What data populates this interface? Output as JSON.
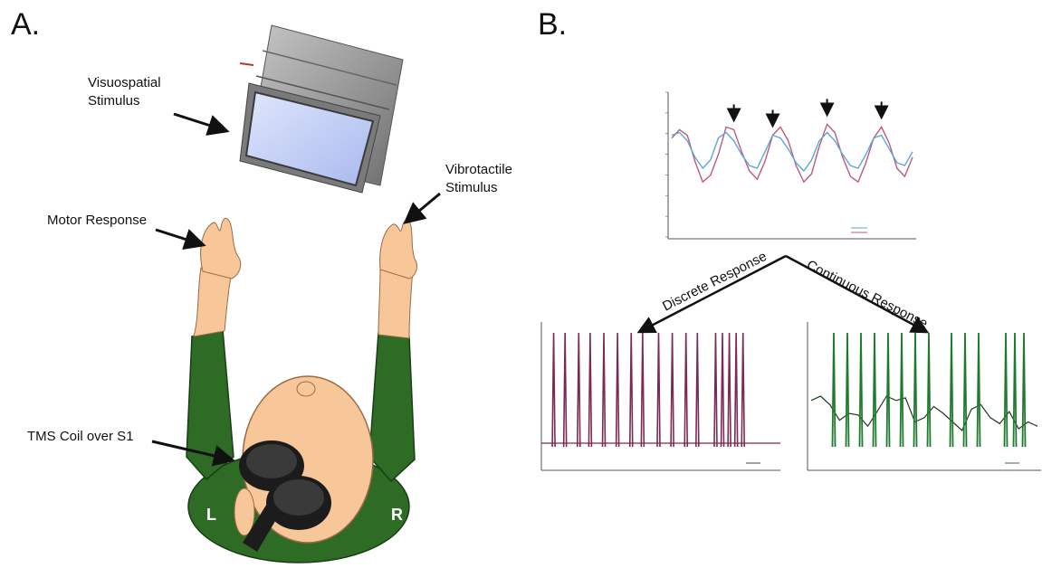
{
  "panels": {
    "a": "A.",
    "b": "B."
  },
  "panel_a": {
    "visuospatial_label": "Visuospatial\nStimulus",
    "vibrotactile_label": "Vibrotactile\nStimulus",
    "motor_label": "Motor Response",
    "tms_label": "TMS Coil over S1",
    "left_side": "L",
    "right_side": "R"
  },
  "panel_b": {
    "discrete_label": "Discrete Response",
    "continuous_label": "Continuous Response"
  },
  "colors": {
    "sleeve": "#2e6b25",
    "skin": "#f7c79a",
    "monitor_screen": "#c6d3f7",
    "monitor_body": "#8c8c8c",
    "stim_line": "#c0587a",
    "response_line": "#5aa8d8",
    "discrete_line": "#7a2a55",
    "continuous_line": "#1f7a2e",
    "coil": "#1c1c1c"
  },
  "chart_data": [
    {
      "type": "line",
      "series": [
        {
          "values": [
            0.72,
            0.78,
            0.74,
            0.55,
            0.4,
            0.45,
            0.6,
            0.8,
            0.78,
            0.62,
            0.48,
            0.42,
            0.55,
            0.74,
            0.8,
            0.7,
            0.52,
            0.4,
            0.46,
            0.66,
            0.82,
            0.76,
            0.58,
            0.44,
            0.4,
            0.54,
            0.72,
            0.8,
            0.68,
            0.5,
            0.44,
            0.58
          ]
        },
        {
          "values": [
            0.74,
            0.76,
            0.7,
            0.58,
            0.5,
            0.56,
            0.72,
            0.76,
            0.7,
            0.6,
            0.52,
            0.5,
            0.62,
            0.74,
            0.72,
            0.64,
            0.54,
            0.48,
            0.56,
            0.7,
            0.76,
            0.7,
            0.6,
            0.52,
            0.5,
            0.6,
            0.72,
            0.74,
            0.64,
            0.54,
            0.52,
            0.62
          ]
        }
      ],
      "arrows_at": [
        8,
        13,
        20,
        27
      ]
    },
    {
      "type": "line",
      "spike_positions": [
        0.03,
        0.08,
        0.14,
        0.19,
        0.25,
        0.31,
        0.37,
        0.42,
        0.49,
        0.55,
        0.61,
        0.66,
        0.74,
        0.77,
        0.8,
        0.83,
        0.86
      ]
    },
    {
      "type": "line",
      "spike_positions": [
        0.1,
        0.16,
        0.22,
        0.28,
        0.34,
        0.4,
        0.46,
        0.52,
        0.62,
        0.68,
        0.74,
        0.86,
        0.9,
        0.94
      ],
      "baseline": [
        0.55,
        0.6,
        0.5,
        0.32,
        0.4,
        0.38,
        0.25,
        0.42,
        0.6,
        0.55,
        0.58,
        0.3,
        0.35,
        0.48,
        0.4,
        0.3,
        0.2,
        0.45,
        0.5,
        0.35,
        0.28,
        0.42,
        0.22,
        0.3,
        0.25
      ]
    }
  ]
}
